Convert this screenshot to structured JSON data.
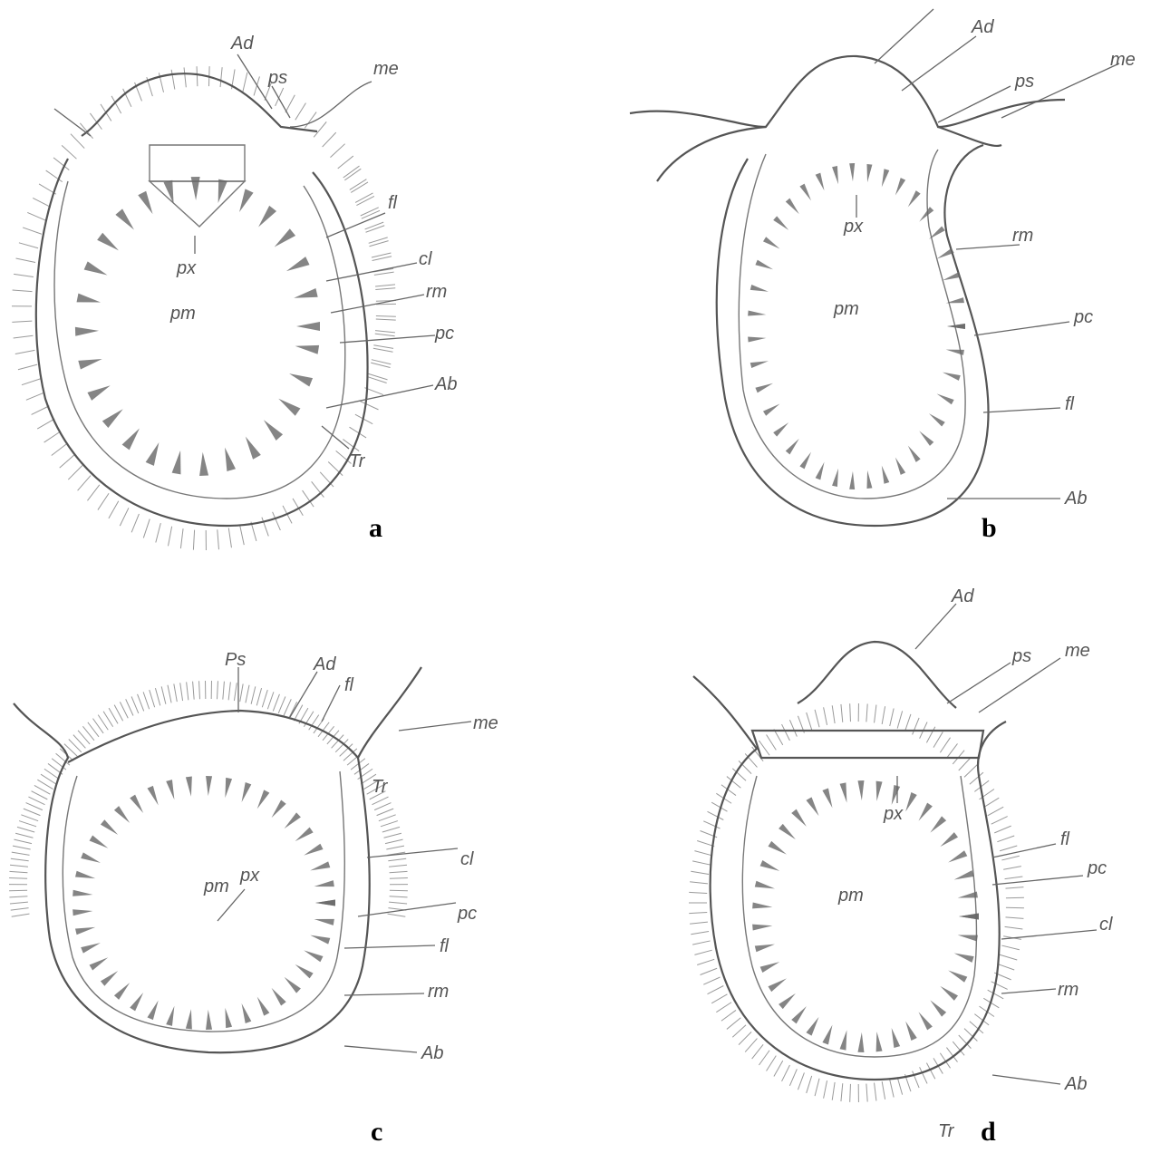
{
  "panels": [
    {
      "letter": "a",
      "labels": {
        "ad": "Ad",
        "ps": "ps",
        "me": "me",
        "fl": "fl",
        "px": "px",
        "cl": "cl",
        "pm": "pm",
        "rm": "rm",
        "pc": "pc",
        "ab": "Ab",
        "tr": "Tr"
      }
    },
    {
      "letter": "b",
      "labels": {
        "ad": "Ad",
        "ps": "ps",
        "me": "me",
        "px": "px",
        "rm": "rm",
        "pm": "pm",
        "pc": "pc",
        "fl": "fl",
        "ab": "Ab"
      }
    },
    {
      "letter": "c",
      "labels": {
        "ps": "Ps",
        "ad": "Ad",
        "fl_top": "fl",
        "me": "me",
        "tr": "Tr",
        "cl": "cl",
        "pm": "pm",
        "pc": "pc",
        "px": "px",
        "fl": "fl",
        "rm": "rm",
        "ab": "Ab"
      }
    },
    {
      "letter": "d",
      "labels": {
        "ad": "Ad",
        "ps": "ps",
        "me": "me",
        "px": "px",
        "fl": "fl",
        "pc": "pc",
        "pm": "pm",
        "cl": "cl",
        "rm": "rm",
        "ab": "Ab",
        "tr": "Tr"
      }
    }
  ]
}
